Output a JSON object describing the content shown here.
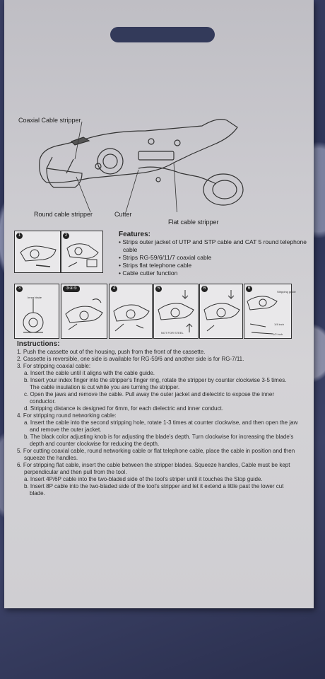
{
  "diagram_labels": {
    "coaxial": "Coaxial Cable stripper",
    "round": "Round cable stripper",
    "cutter": "Cutter",
    "flat": "Flat cable stripper"
  },
  "step_numbers": [
    "1",
    "2",
    "3",
    "③④⑤",
    "4",
    "5",
    "6",
    "6"
  ],
  "step_tiny_text": {
    "inner_blade": "Inner blade",
    "stripping_guide": "Stripping guide",
    "not_for_steel": "NOT FOR STEEL",
    "len_1": "1/4 inch",
    "len_2": "1/2 inch"
  },
  "features": {
    "title": "Features:",
    "items": [
      "Strips outer jacket of UTP and STP cable and CAT 5 round telephone cable",
      "Strips RG-59/6/11/7 coaxial cable",
      "Strips flat telephone cable",
      "Cable cutter function"
    ]
  },
  "instructions": {
    "title": "Instructions:",
    "lines": [
      {
        "level": 0,
        "text": "1. Push the cassette out of the housing, push from the front of the cassette."
      },
      {
        "level": 0,
        "text": "2. Cassette is reversible, one side is available for RG-59/6 and another side is for RG-7/11."
      },
      {
        "level": 0,
        "text": "3. For stripping coaxial cable:"
      },
      {
        "level": 1,
        "text": "a. Insert the cable until it aligns with the cable guide."
      },
      {
        "level": 1,
        "text": "b. Insert your index finger into the stripper's finger ring, rotate the stripper by counter clockwise 3-5 times."
      },
      {
        "level": 2,
        "text": "The cable insulation is cut while you are turning the stripper."
      },
      {
        "level": 1,
        "text": "c. Open the jaws and remove the cable. Pull away the outer jacket and dielectric to expose the inner"
      },
      {
        "level": 2,
        "text": "conductor."
      },
      {
        "level": 1,
        "text": "d. Stripping distance is designed for 6mm, for each dielectric and inner conduct."
      },
      {
        "level": 0,
        "text": "4. For stripping round networking cable:"
      },
      {
        "level": 1,
        "text": "a. Insert the cable into the second stripping hole, rotate 1-3 times at counter clockwise, and then open the jaw"
      },
      {
        "level": 2,
        "text": "and remove the outer jacket."
      },
      {
        "level": 1,
        "text": "b. The black color adjusting knob is for adjusting the blade's depth. Turn clockwise for increasing the blade's"
      },
      {
        "level": 2,
        "text": "depth and counter clockwise for reducing the depth."
      },
      {
        "level": 0,
        "text": "5. For cutting coaxial cable, round networking cable or flat telephone cable, place the cable in position and then"
      },
      {
        "level": 1,
        "text": "squeeze the handles."
      },
      {
        "level": 0,
        "text": "6. For stripping flat cable, insert the cable between the stripper blades. Squeeze handles, Cable must be kept"
      },
      {
        "level": 1,
        "text": "perpendicular and then pull from the tool."
      },
      {
        "level": 1,
        "text": "a. Insert 4P/6P cable into the two-bladed side of the tool's striper until it touches the Stop guide."
      },
      {
        "level": 1,
        "text": "b. Insert 8P cable into the two-bladed side of the tool's stripper and let it extend a little past the lower cut"
      },
      {
        "level": 2,
        "text": "blade."
      }
    ]
  },
  "colors": {
    "card": "#cfced2",
    "fabric": "#2c3357",
    "ink": "#222222"
  }
}
